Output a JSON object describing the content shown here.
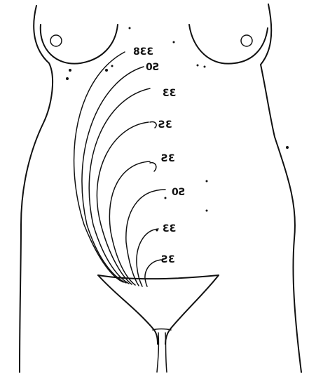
{
  "figure": {
    "labels": [
      "8ƐƐ",
      "0Ƨ",
      "ƐƐ",
      "ƧƐ",
      "ƧƐ",
      "0Ƨ",
      "ƐƐ",
      "ƧƐ"
    ]
  },
  "colors": {
    "ink": "#111111",
    "background": "#ffffff"
  }
}
